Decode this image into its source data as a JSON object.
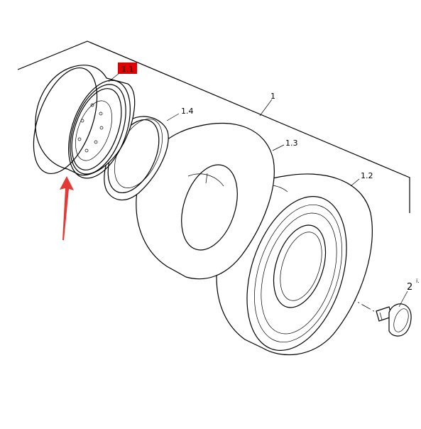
{
  "labels": {
    "assembly": "1",
    "rim": "1.1",
    "tyre": "1.2",
    "tube": "1.3",
    "flap": "1.4",
    "nut": "2",
    "nut_note": "i."
  },
  "colors": {
    "highlight": "#e00000",
    "arrow": "#e53935",
    "line": "#000000"
  }
}
